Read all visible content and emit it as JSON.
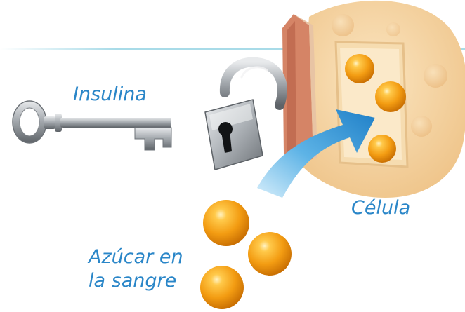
{
  "labels": {
    "insulin": "Insulina",
    "cell": "Célula",
    "blood_sugar_line1": "Azúcar en",
    "blood_sugar_line2": "la sangre"
  },
  "colors": {
    "text": "#2a86c8",
    "cell_fill": "#f6d7a6",
    "cell_membrane": "#d58466",
    "sugar_ball": "#f39c12",
    "arrow": "#2c8ed3",
    "key_metal": "#9aa0a6",
    "top_line": "#a8dbe8"
  },
  "icons": [
    "key-icon",
    "padlock-icon",
    "cell-illustration",
    "arrow-icon",
    "sugar-ball-icon"
  ]
}
